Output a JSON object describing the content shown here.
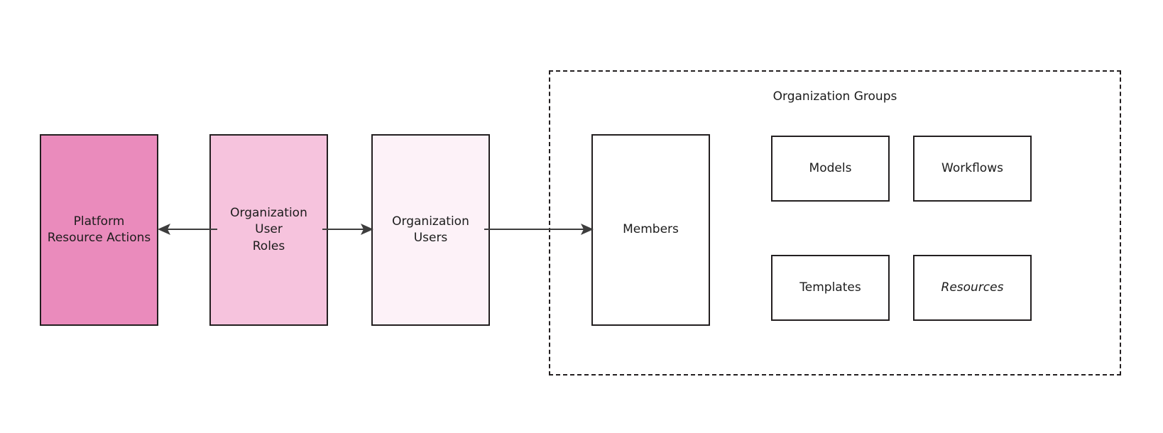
{
  "diagram": {
    "title_visible": false,
    "background_color": "#ffffff",
    "border_color": "#231f20",
    "text_color": "#1c1c1c",
    "arrow_color": "#3d3d3d",
    "pipeline_nodes": [
      {
        "id": "platform-resource-actions",
        "label": "Platform\nResource Actions",
        "fill": "#ea8bbc"
      },
      {
        "id": "organization-user-roles",
        "label": "Organization\nUser\nRoles",
        "fill": "#f6c3dd"
      },
      {
        "id": "organization-users",
        "label": "Organization\nUsers",
        "fill": "#fdf2f8"
      }
    ],
    "group_container": {
      "id": "organization-groups",
      "title": "Organization Groups",
      "border_style": "dashed",
      "fill": "transparent",
      "members_node": {
        "id": "members",
        "label": "Members",
        "fill": "#ffffff"
      },
      "resource_nodes": [
        {
          "id": "models",
          "label": "Models",
          "fill": "#ffffff",
          "italic": false
        },
        {
          "id": "workflows",
          "label": "Workflows",
          "fill": "#ffffff",
          "italic": false
        },
        {
          "id": "templates",
          "label": "Templates",
          "fill": "#ffffff",
          "italic": false
        },
        {
          "id": "resources",
          "label": "Resources",
          "fill": "#ffffff",
          "italic": true
        }
      ]
    },
    "connectors": [
      {
        "id": "roles-to-actions",
        "from": "organization-user-roles",
        "to": "platform-resource-actions",
        "direction": "left",
        "arrowhead": "end"
      },
      {
        "id": "roles-to-users",
        "from": "organization-user-roles",
        "to": "organization-users",
        "direction": "right",
        "arrowhead": "end"
      },
      {
        "id": "users-to-members",
        "from": "organization-users",
        "to": "members",
        "direction": "right",
        "arrowhead": "end"
      }
    ]
  }
}
